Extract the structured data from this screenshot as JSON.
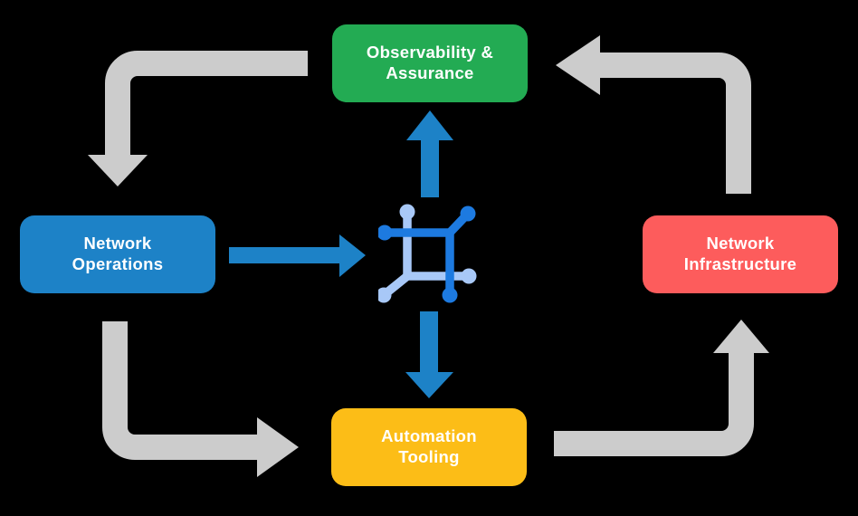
{
  "diagram": {
    "nodes": [
      {
        "id": "observability-assurance",
        "label": "Observability &\nAssurance",
        "color": "#23ab53"
      },
      {
        "id": "network-operations",
        "label": "Network\nOperations",
        "color": "#1d82c7"
      },
      {
        "id": "network-infrastructure",
        "label": "Network\nInfrastructure",
        "color": "#fd5c5c"
      },
      {
        "id": "automation-tooling",
        "label": "Automation\nTooling",
        "color": "#fcbd17"
      }
    ],
    "center_icon": "network-fabric-icon",
    "flows": [
      {
        "from": "observability-assurance",
        "to": "network-operations",
        "style": "gray-cycle"
      },
      {
        "from": "network-operations",
        "to": "automation-tooling",
        "style": "gray-cycle"
      },
      {
        "from": "automation-tooling",
        "to": "network-infrastructure",
        "style": "gray-cycle"
      },
      {
        "from": "network-infrastructure",
        "to": "observability-assurance",
        "style": "gray-cycle"
      },
      {
        "from": "network-operations",
        "to": "network-fabric-icon",
        "style": "blue"
      },
      {
        "from": "network-fabric-icon",
        "to": "observability-assurance",
        "style": "blue"
      },
      {
        "from": "network-fabric-icon",
        "to": "automation-tooling",
        "style": "blue"
      }
    ],
    "colors": {
      "background": "#000000",
      "cycle_arrow": "#cccccc",
      "flow_arrow": "#1d82c7",
      "icon_dark_blue": "#1d7ae0",
      "icon_light_blue": "#a8c8f7"
    }
  }
}
